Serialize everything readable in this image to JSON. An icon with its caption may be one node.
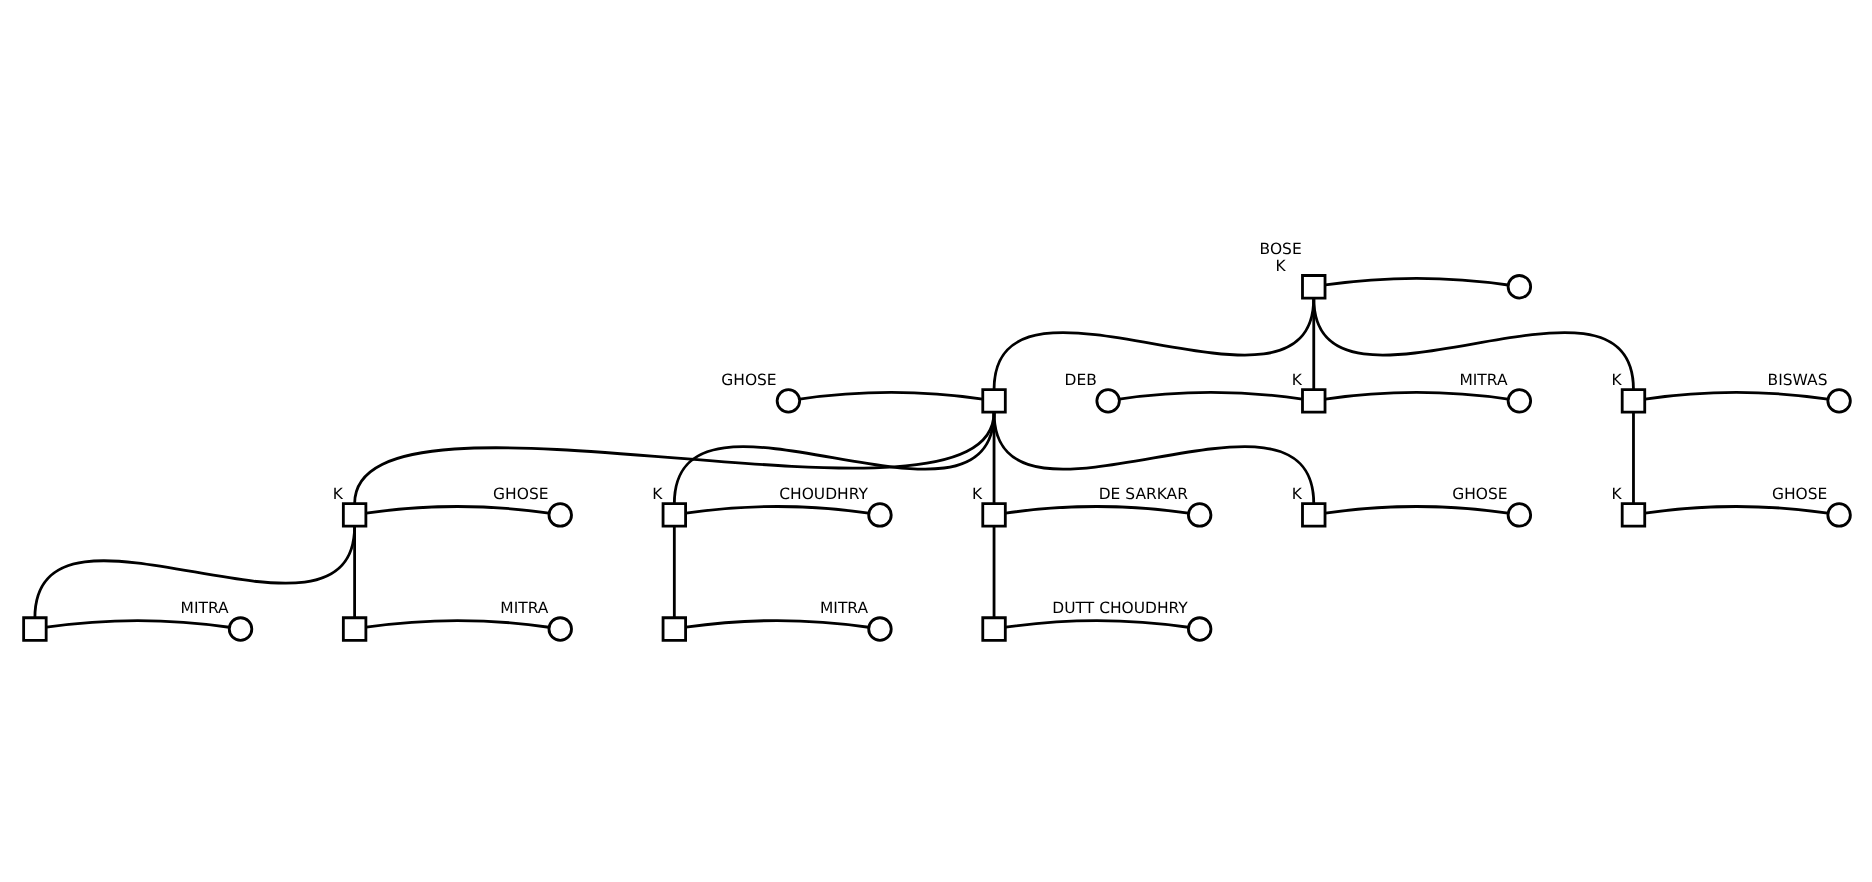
{
  "diagram": {
    "nodes": [
      {
        "text": [],
        "shape": "box",
        "beside": [
          "BOSE",
          "K"
        ]
      },
      {
        "text": [],
        "shape": "circle"
      },
      {
        "text": [],
        "shape": "circle",
        "beside": [
          "GHOSE"
        ]
      },
      {
        "text": [],
        "shape": "box"
      },
      {
        "text": [],
        "shape": "circle",
        "beside": [
          "DEB"
        ]
      },
      {
        "text": [],
        "shape": "box",
        "beside": [
          "K"
        ]
      },
      {
        "text": [],
        "shape": "circle",
        "beside": [
          "MITRA"
        ]
      },
      {
        "text": [],
        "shape": "box",
        "beside": [
          "K"
        ]
      },
      {
        "text": [],
        "shape": "circle",
        "beside": [
          "BISWAS"
        ]
      },
      {
        "text": [],
        "shape": "box",
        "beside": [
          "K"
        ]
      },
      {
        "text": [],
        "shape": "circle",
        "beside": [
          "GHOSE"
        ]
      },
      {
        "text": [],
        "shape": "box",
        "beside": [
          "K"
        ]
      },
      {
        "text": [],
        "shape": "circle",
        "beside": [
          "CHOUDHRY"
        ]
      },
      {
        "text": [],
        "shape": "box",
        "beside": [
          "K"
        ]
      },
      {
        "text": [],
        "shape": "circle",
        "beside": [
          "DE SARKAR"
        ]
      },
      {
        "text": [],
        "shape": "box",
        "beside": [
          "K"
        ]
      },
      {
        "text": [],
        "shape": "circle",
        "beside": [
          "GHOSE"
        ]
      },
      {
        "text": [],
        "shape": "box",
        "beside": [
          "K"
        ]
      },
      {
        "text": [],
        "shape": "circle",
        "beside": [
          "GHOSE"
        ]
      },
      {
        "text": [],
        "shape": "box"
      },
      {
        "text": [],
        "shape": "circle",
        "beside": [
          "MITRA"
        ]
      },
      {
        "text": [],
        "shape": "box"
      },
      {
        "text": [],
        "shape": "circle",
        "beside": [
          "MITRA"
        ]
      },
      {
        "text": [],
        "shape": "box"
      },
      {
        "text": [],
        "shape": "circle",
        "beside": [
          "MITRA"
        ]
      },
      {
        "text": [],
        "shape": "box"
      },
      {
        "text": [],
        "shape": "circle",
        "beside": [
          "DUTT CHOUDHRY"
        ]
      }
    ],
    "edges": [
      {
        "from": 0,
        "to": 1,
        "arrow": "none"
      },
      {
        "from": 0,
        "to": 3,
        "arrow": "none"
      },
      {
        "from": 0,
        "to": 5,
        "arrow": "none"
      },
      {
        "from": 0,
        "to": 7,
        "arrow": "none"
      },
      {
        "from": 2,
        "to": 3,
        "arrow": "none"
      },
      {
        "from": 4,
        "to": 5,
        "arrow": "none"
      },
      {
        "from": 5,
        "to": 6,
        "arrow": "none"
      },
      {
        "from": 7,
        "to": 8,
        "arrow": "none"
      },
      {
        "from": 3,
        "to": 9,
        "arrow": "none"
      },
      {
        "from": 3,
        "to": 11,
        "arrow": "none"
      },
      {
        "from": 3,
        "to": 13,
        "arrow": "none"
      },
      {
        "from": 3,
        "to": 15,
        "arrow": "none"
      },
      {
        "from": 7,
        "to": 17,
        "arrow": "none"
      },
      {
        "from": 9,
        "to": 10,
        "arrow": "none"
      },
      {
        "from": 11,
        "to": 12,
        "arrow": "none"
      },
      {
        "from": 13,
        "to": 14,
        "arrow": "none"
      },
      {
        "from": 15,
        "to": 16,
        "arrow": "none"
      },
      {
        "from": 17,
        "to": 18,
        "arrow": "none"
      },
      {
        "from": 9,
        "to": 19,
        "arrow": "none"
      },
      {
        "from": 9,
        "to": 21,
        "arrow": "none"
      },
      {
        "from": 11,
        "to": 23,
        "arrow": "none"
      },
      {
        "from": 13,
        "to": 25,
        "arrow": "none"
      },
      {
        "from": 19,
        "to": 20,
        "arrow": "none"
      },
      {
        "from": 21,
        "to": 22,
        "arrow": "none"
      },
      {
        "from": 23,
        "to": 24,
        "arrow": "none"
      },
      {
        "from": 25,
        "to": 26,
        "arrow": "none"
      }
    ]
  }
}
